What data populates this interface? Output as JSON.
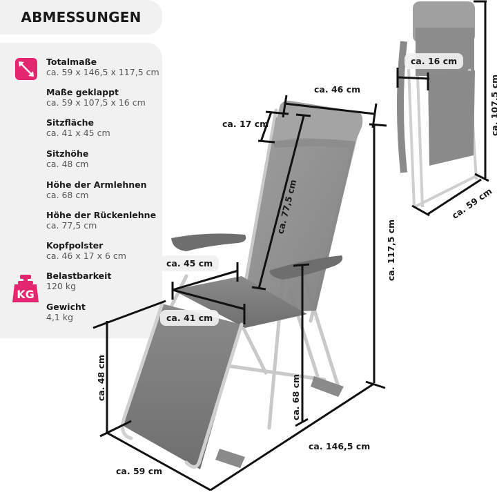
{
  "header": {
    "title": "ABMESSUNGEN"
  },
  "brand_color": "#e3266f",
  "specs": [
    {
      "label": "Totalmaße",
      "value": "ca. 59 x 146,5 x 117,5 cm",
      "icon": "resize-arrows-icon"
    },
    {
      "label": "Maße geklappt",
      "value": "ca. 59 x 107,5 x 16 cm"
    },
    {
      "label": "Sitzfläche",
      "value": "ca. 41 x 45 cm"
    },
    {
      "label": "Sitzhöhe",
      "value": "ca. 48 cm"
    },
    {
      "label": "Höhe der Armlehnen",
      "value": "ca. 68 cm"
    },
    {
      "label": "Höhe der Rückenlehne",
      "value": "ca. 77,5 cm"
    },
    {
      "label": "Kopfpolster",
      "value": "ca. 46 x 17 x 6 cm"
    },
    {
      "label": "Belastbarkeit",
      "value": "120 kg",
      "icon": "weight-kg-icon"
    },
    {
      "label": "Gewicht",
      "value": "4,1 kg"
    }
  ],
  "icons": {
    "weight_text": "KG"
  },
  "dimensions": {
    "headrest_width": "ca. 46 cm",
    "headrest_height": "ca. 17 cm",
    "backrest_height": "ca. 77,5 cm",
    "total_height": "ca. 117,5 cm",
    "seat_depth": "ca. 45 cm",
    "seat_width": "ca. 41 cm",
    "seat_height": "ca. 48 cm",
    "armrest_height": "ca. 68 cm",
    "total_length": "ca. 146,5 cm",
    "total_width": "ca. 59 cm",
    "folded_depth": "ca. 16 cm",
    "folded_height": "ca. 107,5 cm",
    "folded_width": "ca. 59 cm"
  }
}
